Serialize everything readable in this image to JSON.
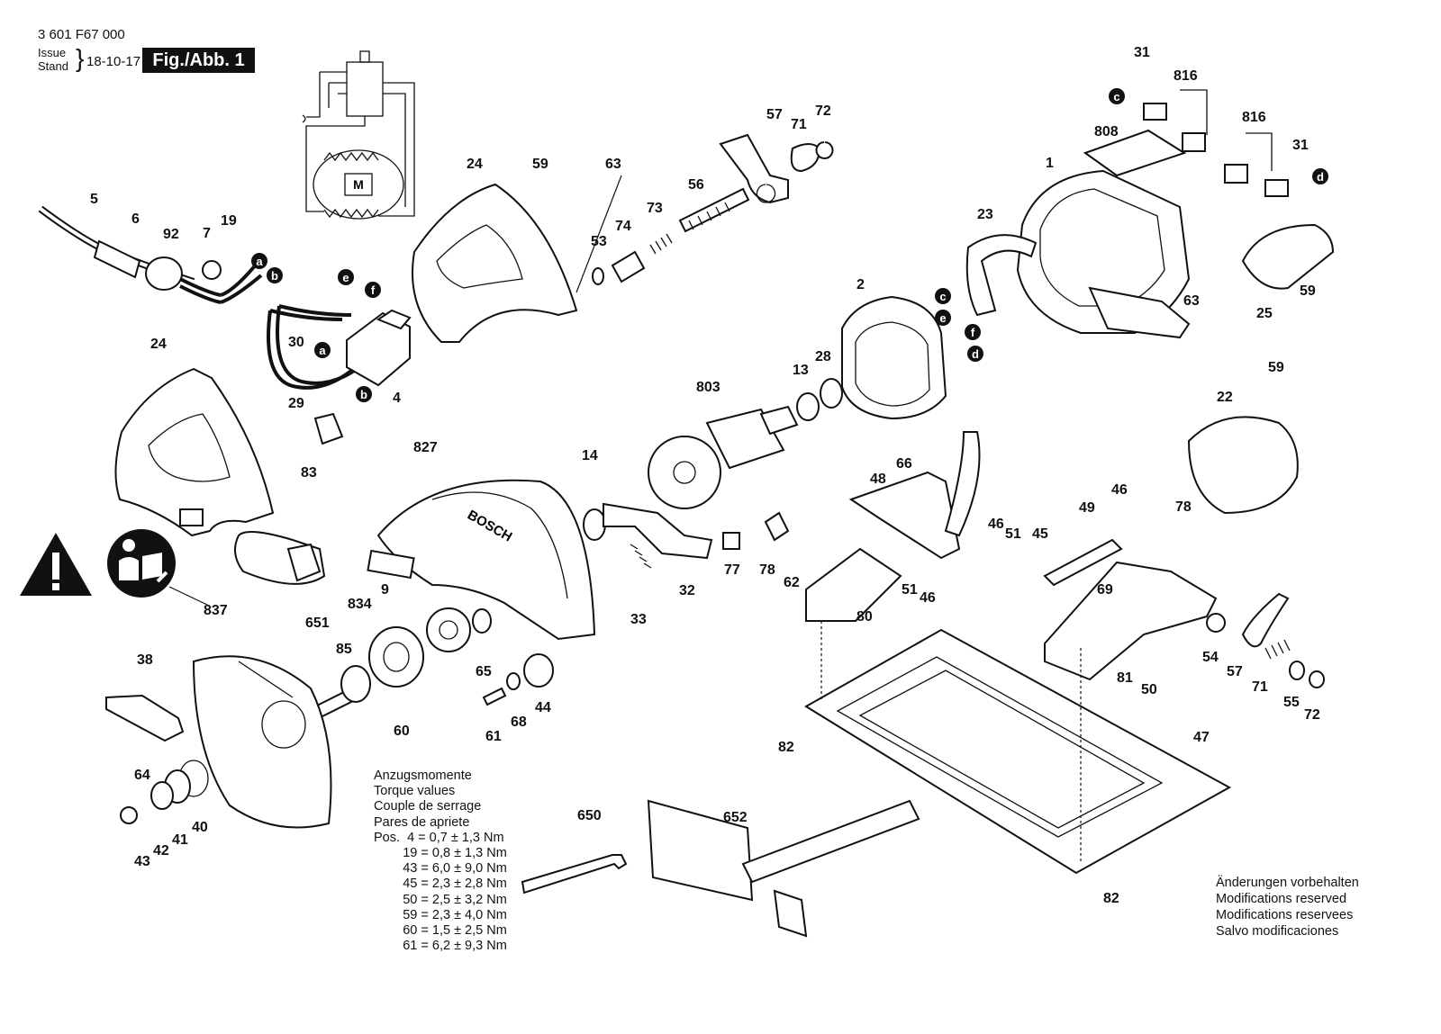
{
  "header": {
    "part_number": "3 601 F67 000",
    "issue_label": "Issue",
    "stand_label": "Stand",
    "date": "18-10-17",
    "figure": "Fig./Abb. 1"
  },
  "torque": {
    "title_lines": [
      "Anzugsmomente",
      "Torque values",
      "Couple de serrage",
      "Pares de apriete"
    ],
    "rows": [
      "Pos.  4 = 0,7 ± 1,3 Nm",
      "        19 = 0,8 ± 1,3 Nm",
      "        43 = 6,0 ± 9,0 Nm",
      "        45 = 2,3 ± 2,8 Nm",
      "        50 = 2,5 ± 3,2 Nm",
      "        59 = 2,3 ± 4,0 Nm",
      "        60 = 1,5 ± 2,5 Nm",
      "        61 = 6,2 ± 9,3 Nm"
    ]
  },
  "notes": [
    "Änderungen vorbehalten",
    "Modifications reserved",
    "Modifications reservees",
    "Salvo modificaciones"
  ],
  "brand_on_guard": "BOSCH",
  "motor_symbol": "M",
  "wire_letters": [
    "a",
    "b",
    "c",
    "d",
    "e",
    "f"
  ],
  "part_labels": [
    "1",
    "2",
    "4",
    "5",
    "6",
    "7",
    "9",
    "13",
    "14",
    "19",
    "22",
    "23",
    "24",
    "25",
    "28",
    "29",
    "30",
    "31",
    "32",
    "33",
    "38",
    "40",
    "41",
    "42",
    "43",
    "44",
    "45",
    "46",
    "47",
    "48",
    "49",
    "50",
    "51",
    "53",
    "54",
    "55",
    "56",
    "57",
    "59",
    "60",
    "61",
    "62",
    "63",
    "64",
    "65",
    "66",
    "68",
    "69",
    "71",
    "72",
    "73",
    "74",
    "77",
    "78",
    "80",
    "81",
    "82",
    "83",
    "85",
    "92",
    "650",
    "651",
    "652",
    "803",
    "808",
    "816",
    "827",
    "834",
    "837"
  ]
}
